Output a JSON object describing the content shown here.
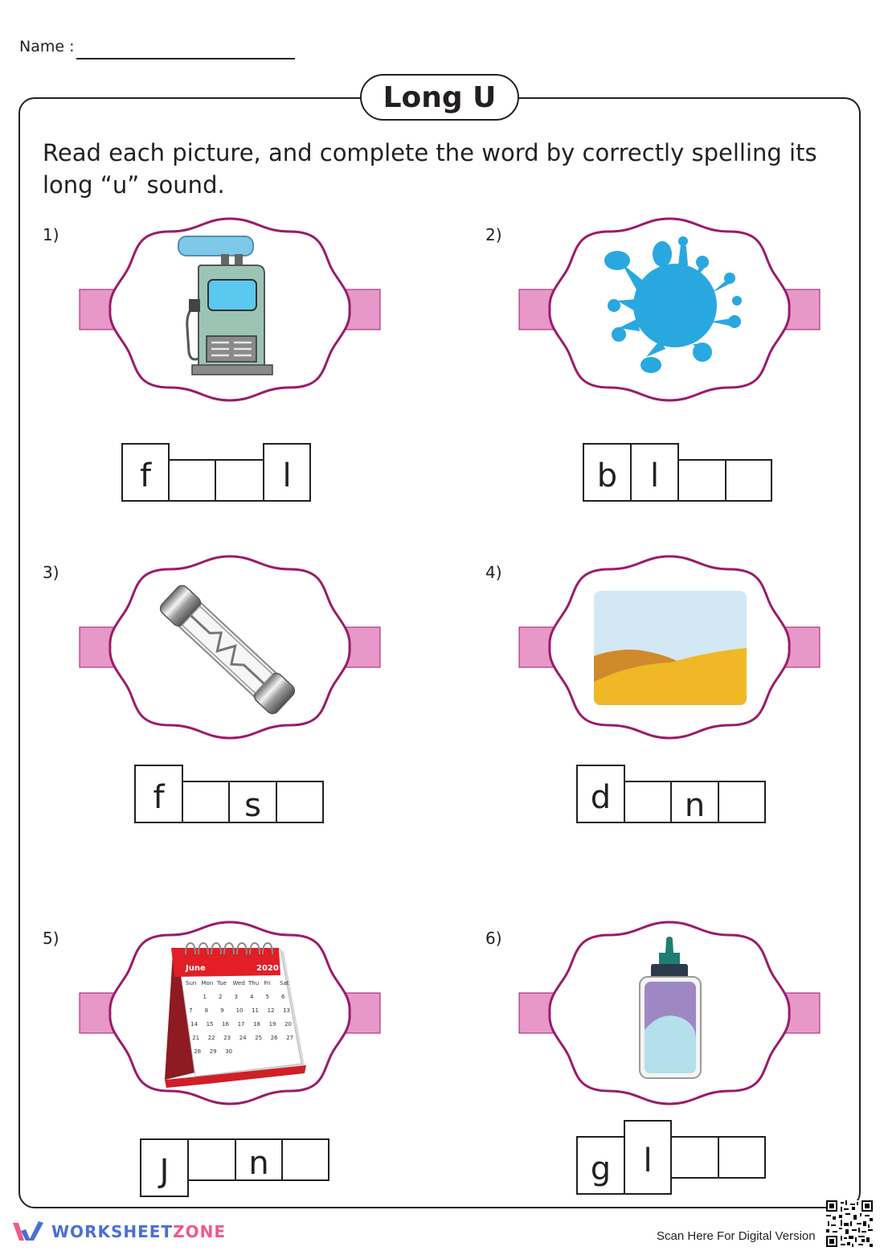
{
  "name_label": "Name :",
  "title": "Long U",
  "instructions": "Read each picture, and complete the word by correctly spelling its long “u” sound.",
  "questions": [
    {
      "number": "1)",
      "picture": "fuel-pump-icon",
      "letters": [
        "f",
        "",
        "",
        "l"
      ]
    },
    {
      "number": "2)",
      "picture": "blue-splat-icon",
      "letters": [
        "b",
        "l",
        "",
        ""
      ]
    },
    {
      "number": "3)",
      "picture": "fuse-icon",
      "letters": [
        "f",
        "",
        "s",
        ""
      ]
    },
    {
      "number": "4)",
      "picture": "sand-dune-icon",
      "letters": [
        "d",
        "",
        "n",
        ""
      ]
    },
    {
      "number": "5)",
      "picture": "calendar-icon",
      "letters": [
        "J",
        "",
        "n",
        ""
      ]
    },
    {
      "number": "6)",
      "picture": "glue-bottle-icon",
      "letters": [
        "g",
        "l",
        "",
        ""
      ]
    }
  ],
  "calendar": {
    "month": "June",
    "year": "2020",
    "weekdays": [
      "Sun",
      "Mon",
      "Tue",
      "Wed",
      "Thu",
      "Fri",
      "Sat"
    ],
    "days": [
      [
        "",
        "1",
        "2",
        "3",
        "4",
        "5",
        "6"
      ],
      [
        "7",
        "8",
        "9",
        "10",
        "11",
        "12",
        "13"
      ],
      [
        "14",
        "15",
        "16",
        "17",
        "18",
        "19",
        "20"
      ],
      [
        "21",
        "22",
        "23",
        "24",
        "25",
        "26",
        "27"
      ],
      [
        "28",
        "29",
        "30",
        "",
        "",
        "",
        ""
      ]
    ]
  },
  "footer": {
    "brand_part1": "WORKSHEET",
    "brand_part2": "ZONE",
    "scan_text": "Scan Here For Digital Version"
  },
  "colors": {
    "frame_stroke": "#9b1b6b",
    "tab_fill": "#e898c8",
    "text": "#231f20"
  }
}
